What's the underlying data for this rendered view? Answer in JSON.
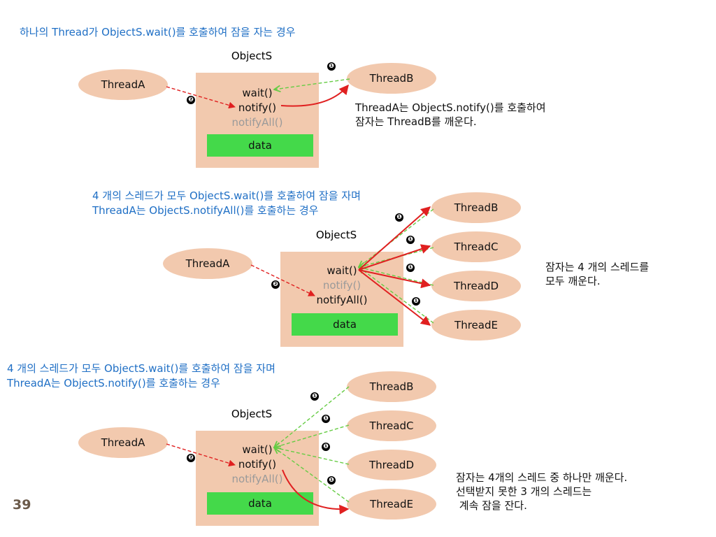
{
  "slide_number": "39",
  "sections": [
    {
      "heading": "하나의 Thread가 ObjectS.wait()를 호출하여 잠을 자는 경우",
      "object_label": "ObjectS",
      "methods": [
        "wait()",
        "notify()",
        "notifyAll()"
      ],
      "data_label": "data",
      "caller": "ThreadA",
      "threads": [
        "ThreadB"
      ],
      "caption": "ThreadA는 ObjectS.notify()를 호출하여\n잠자는 ThreadB를 깨운다.",
      "badges": [
        "❶",
        "❷"
      ]
    },
    {
      "heading": "4 개의 스레드가 모두 ObjectS.wait()를 호출하여 잠을 자며\nThreadA는 ObjectS.notifyAll()를 호출하는 경우",
      "object_label": "ObjectS",
      "methods": [
        "wait()",
        "notify()",
        "notifyAll()"
      ],
      "data_label": "data",
      "caller": "ThreadA",
      "threads": [
        "ThreadB",
        "ThreadC",
        "ThreadD",
        "ThreadE"
      ],
      "caption": "잠자는 4 개의 스레드를\n모두 깨운다.",
      "badges": [
        "❶",
        "❶",
        "❶",
        "❶",
        "❷"
      ]
    },
    {
      "heading": "4 개의 스레드가 모두 ObjectS.wait()를 호출하여 잠을 자며\nThreadA는 ObjectS.notify()를 호출하는 경우",
      "object_label": "ObjectS",
      "methods": [
        "wait()",
        "notify()",
        "notifyAll()"
      ],
      "data_label": "data",
      "caller": "ThreadA",
      "threads": [
        "ThreadB",
        "ThreadC",
        "ThreadD",
        "ThreadE"
      ],
      "caption": "잠자는 4개의 스레드 중 하나만 깨운다.\n선택받지 못한 3 개의 스레드는\n 계속 잠을 잔다.",
      "badges": [
        "❶",
        "❶",
        "❶",
        "❶",
        "❷"
      ]
    }
  ],
  "colors": {
    "heading": "#1f6fc5",
    "thread_fill": "#f2c9ae",
    "data_fill": "#44d94a",
    "wait_arrow": "#66cc44",
    "notify_arrow": "#e02020",
    "call_arrow": "#e02020"
  }
}
